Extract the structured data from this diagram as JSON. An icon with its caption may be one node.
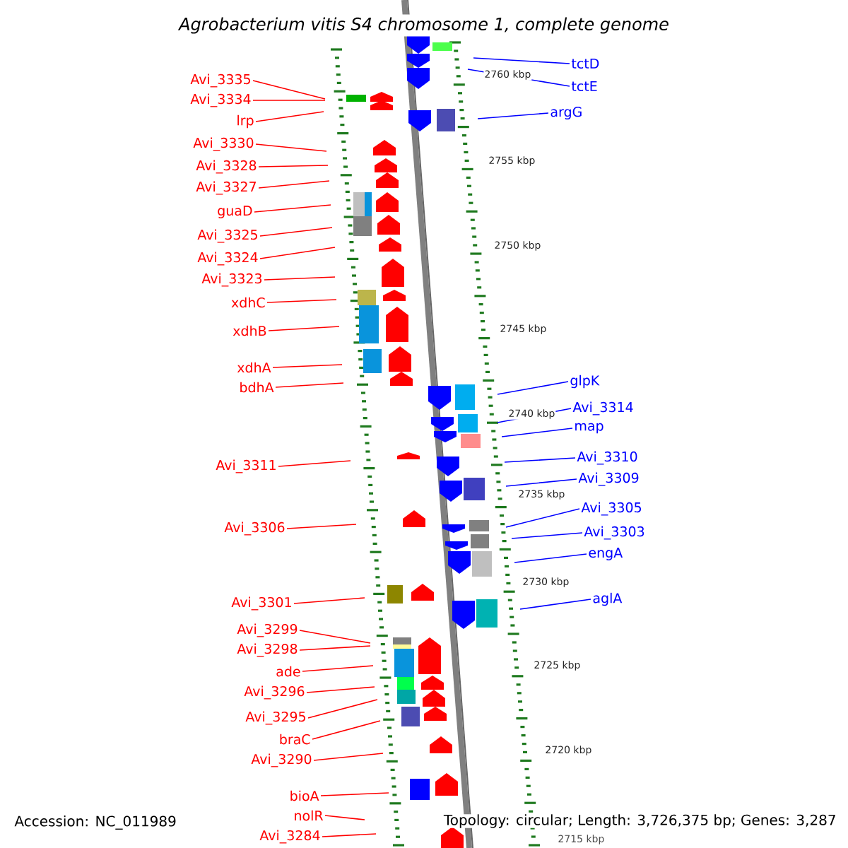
{
  "diagram": {
    "title": "Agrobacterium vitis S4 chromosome 1, complete genome",
    "nodes": [
      {
        "text": [
          "Avi_3335"
        ]
      },
      {
        "text": [
          "Avi_3334"
        ]
      },
      {
        "text": [
          "lrp"
        ]
      },
      {
        "text": [
          "Avi_3330"
        ]
      },
      {
        "text": [
          "Avi_3328"
        ]
      },
      {
        "text": [
          "Avi_3327"
        ]
      },
      {
        "text": [
          "guaD"
        ]
      },
      {
        "text": [
          "Avi_3325"
        ]
      },
      {
        "text": [
          "Avi_3324"
        ]
      },
      {
        "text": [
          "Avi_3323"
        ]
      },
      {
        "text": [
          "xdhC"
        ]
      },
      {
        "text": [
          "xdhB"
        ]
      },
      {
        "text": [
          "xdhA"
        ]
      },
      {
        "text": [
          "bdhA"
        ]
      },
      {
        "text": [
          "Avi_3311"
        ]
      },
      {
        "text": [
          "Avi_3306"
        ]
      },
      {
        "text": [
          "Avi_3301"
        ]
      },
      {
        "text": [
          "Avi_3299"
        ]
      },
      {
        "text": [
          "Avi_3298"
        ]
      },
      {
        "text": [
          "ade"
        ]
      },
      {
        "text": [
          "Avi_3296"
        ]
      },
      {
        "text": [
          "Avi_3295"
        ]
      },
      {
        "text": [
          "braC"
        ]
      },
      {
        "text": [
          "Avi_3290"
        ]
      },
      {
        "text": [
          "bioA"
        ]
      },
      {
        "text": [
          "nolR"
        ]
      },
      {
        "text": [
          "Avi_3284"
        ]
      },
      {
        "text": [
          "tctD"
        ]
      },
      {
        "text": [
          "tctE"
        ]
      },
      {
        "text": [
          "argG"
        ]
      },
      {
        "text": [
          "glpK"
        ]
      },
      {
        "text": [
          "Avi_3314"
        ]
      },
      {
        "text": [
          "map"
        ]
      },
      {
        "text": [
          "Avi_3310"
        ]
      },
      {
        "text": [
          "Avi_3309"
        ]
      },
      {
        "text": [
          "Avi_3305"
        ]
      },
      {
        "text": [
          "Avi_3303"
        ]
      },
      {
        "text": [
          "engA"
        ]
      },
      {
        "text": [
          "aglA"
        ]
      }
    ],
    "edges": [
      {
        "from": 0,
        "to": null,
        "arrow": "none"
      },
      {
        "from": 1,
        "to": null,
        "arrow": "none"
      },
      {
        "from": 2,
        "to": null,
        "arrow": "none"
      },
      {
        "from": 3,
        "to": null,
        "arrow": "none"
      },
      {
        "from": 4,
        "to": null,
        "arrow": "none"
      },
      {
        "from": 5,
        "to": null,
        "arrow": "none"
      },
      {
        "from": 6,
        "to": null,
        "arrow": "none"
      },
      {
        "from": 7,
        "to": null,
        "arrow": "none"
      },
      {
        "from": 8,
        "to": null,
        "arrow": "none"
      },
      {
        "from": 9,
        "to": null,
        "arrow": "none"
      },
      {
        "from": 10,
        "to": null,
        "arrow": "none"
      },
      {
        "from": 11,
        "to": null,
        "arrow": "none"
      },
      {
        "from": 12,
        "to": null,
        "arrow": "none"
      },
      {
        "from": 13,
        "to": null,
        "arrow": "none"
      },
      {
        "from": 14,
        "to": null,
        "arrow": "none"
      },
      {
        "from": 15,
        "to": null,
        "arrow": "none"
      },
      {
        "from": 16,
        "to": null,
        "arrow": "none"
      },
      {
        "from": 17,
        "to": null,
        "arrow": "none"
      },
      {
        "from": 18,
        "to": null,
        "arrow": "none"
      },
      {
        "from": 19,
        "to": null,
        "arrow": "none"
      },
      {
        "from": 20,
        "to": null,
        "arrow": "none"
      },
      {
        "from": 21,
        "to": null,
        "arrow": "none"
      },
      {
        "from": 22,
        "to": null,
        "arrow": "none"
      },
      {
        "from": 23,
        "to": null,
        "arrow": "none"
      },
      {
        "from": 24,
        "to": null,
        "arrow": "none"
      },
      {
        "from": 25,
        "to": null,
        "arrow": "none"
      },
      {
        "from": 26,
        "to": null,
        "arrow": "none"
      },
      {
        "from": 27,
        "to": null,
        "arrow": "none",
        "color": "#0000ff"
      },
      {
        "from": 28,
        "to": null,
        "arrow": "none",
        "color": "#0000ff"
      },
      {
        "from": 29,
        "to": null,
        "arrow": "none",
        "color": "#0000ff"
      },
      {
        "from": 30,
        "to": null,
        "arrow": "none",
        "color": "#0000ff"
      },
      {
        "from": 31,
        "to": null,
        "arrow": "none",
        "color": "#0000ff"
      },
      {
        "from": 32,
        "to": null,
        "arrow": "none",
        "color": "#0000ff"
      },
      {
        "from": 33,
        "to": null,
        "arrow": "none",
        "color": "#0000ff"
      },
      {
        "from": 34,
        "to": null,
        "arrow": "none",
        "color": "#0000ff"
      },
      {
        "from": 35,
        "to": null,
        "arrow": "none",
        "color": "#0000ff"
      },
      {
        "from": 36,
        "to": null,
        "arrow": "none",
        "color": "#0000ff"
      },
      {
        "from": 37,
        "to": null,
        "arrow": "none",
        "color": "#0000ff"
      },
      {
        "from": 38,
        "to": null,
        "arrow": "none",
        "color": "#0000ff"
      }
    ],
    "labels": [
      "2760 kbp",
      "2755 kbp",
      "2750 kbp",
      "2745 kbp",
      "2740 kbp",
      "2735 kbp",
      "2730 kbp",
      "2725 kbp",
      "2720 kbp",
      "2715 kbp",
      "Accession: NC_011989",
      "Topology: circular; Length: 3,726,375 bp; Genes: 3,287"
    ]
  }
}
